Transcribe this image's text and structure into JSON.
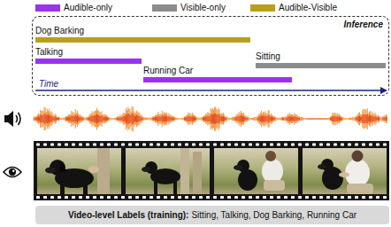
{
  "diagram": {
    "nodes": [
      {
        "text": [
          "Inference"
        ]
      },
      {
        "text": [
          "Dog Barking"
        ],
        "in": 0
      },
      {
        "text": [
          "Talking"
        ],
        "in": 0
      },
      {
        "text": [
          "Sitting"
        ],
        "in": 0
      },
      {
        "text": [
          "Running Car"
        ],
        "in": 0
      },
      {
        "text": [
          "Video-level Labels (training):",
          "Sitting, Talking, Dog Barking, Running Car"
        ]
      }
    ],
    "labels": [
      "Time"
    ],
    "legend": [
      {
        "text": "Audible-only",
        "color": "#9933ee"
      },
      {
        "text": "Visible-only",
        "color": "#8c8c8c"
      },
      {
        "text": "Audible-Visible",
        "color": "#b8a01e"
      }
    ]
  }
}
